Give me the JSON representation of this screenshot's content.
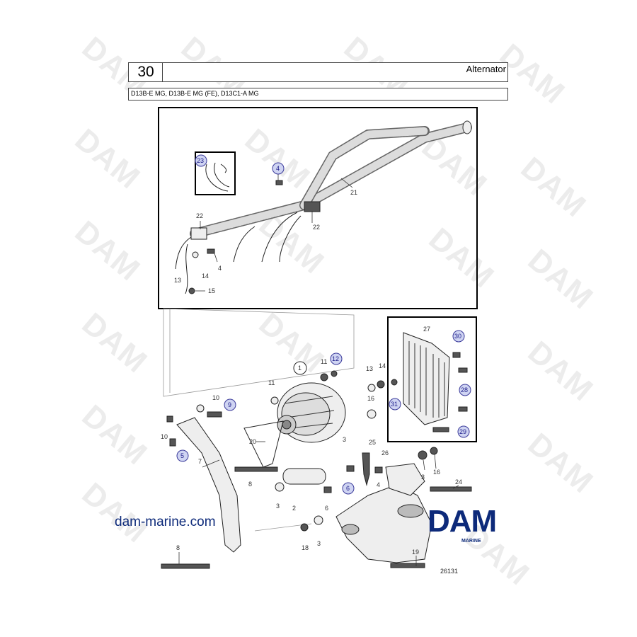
{
  "header": {
    "section_number": "30",
    "title": "Alternator",
    "models": "D13B-E MG, D13B-E MG (FE), D13C1-A MG"
  },
  "watermark": "DAM",
  "brand": {
    "logo_text": "DAM",
    "logo_subtext": "MARINE",
    "url": "dam-marine.com",
    "color": "#0d2a7a"
  },
  "illustration_number": "26131",
  "callouts": {
    "c1": "1",
    "c2": "2",
    "c3a": "3",
    "c3b": "3",
    "c3c": "3",
    "c3d": "3",
    "c4a": "4",
    "c4b": "4",
    "c4c": "4",
    "c5": "5",
    "c6a": "6",
    "c6b": "6",
    "c7": "7",
    "c8a": "8",
    "c8b": "8",
    "c9": "9",
    "c10a": "10",
    "c10b": "10",
    "c11a": "11",
    "c11b": "11",
    "c12": "12",
    "c13a": "13",
    "c13b": "13",
    "c14a": "14",
    "c14b": "14",
    "c15": "15",
    "c16a": "16",
    "c16b": "16",
    "c18": "18",
    "c19": "19",
    "c20": "20",
    "c21": "21",
    "c22a": "22",
    "c22b": "22",
    "c23": "23",
    "c24": "24",
    "c25": "25",
    "c26": "26",
    "c27": "27",
    "c28": "28",
    "c29": "29",
    "c30": "30",
    "c31": "31"
  }
}
